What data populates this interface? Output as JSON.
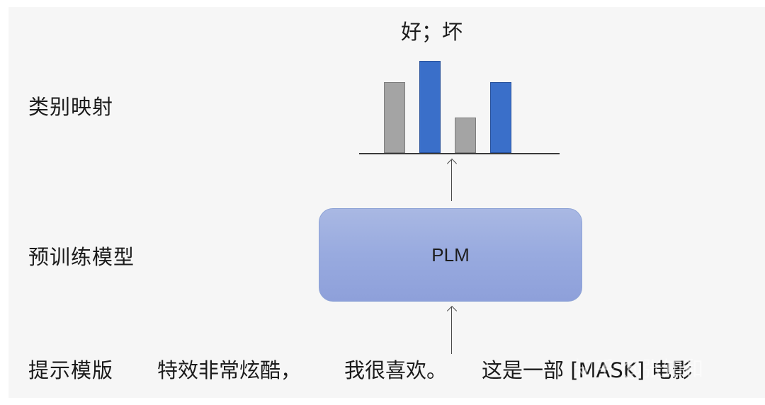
{
  "labels": {
    "mapping": "类别映射",
    "plm": "预训练模型",
    "prompt": "提示模版"
  },
  "top_label": "好；坏",
  "plm_box": {
    "text": "PLM",
    "color": "#98aadf"
  },
  "prompt_text": {
    "part1": "特效非常炫酷，",
    "part2": "我很喜欢。",
    "part3": "这是一部 [MASK] 电影"
  },
  "watermark": "知乎 @张知和",
  "colors": {
    "gray_bar": "#a4a4a4",
    "blue_bar": "#3a6fc9"
  },
  "chart_data": {
    "type": "bar",
    "categories": [
      "",
      "",
      "",
      ""
    ],
    "values": [
      1.0,
      1.3,
      0.5,
      1.0
    ],
    "bar_colors": [
      "gray",
      "blue",
      "gray",
      "blue"
    ]
  }
}
